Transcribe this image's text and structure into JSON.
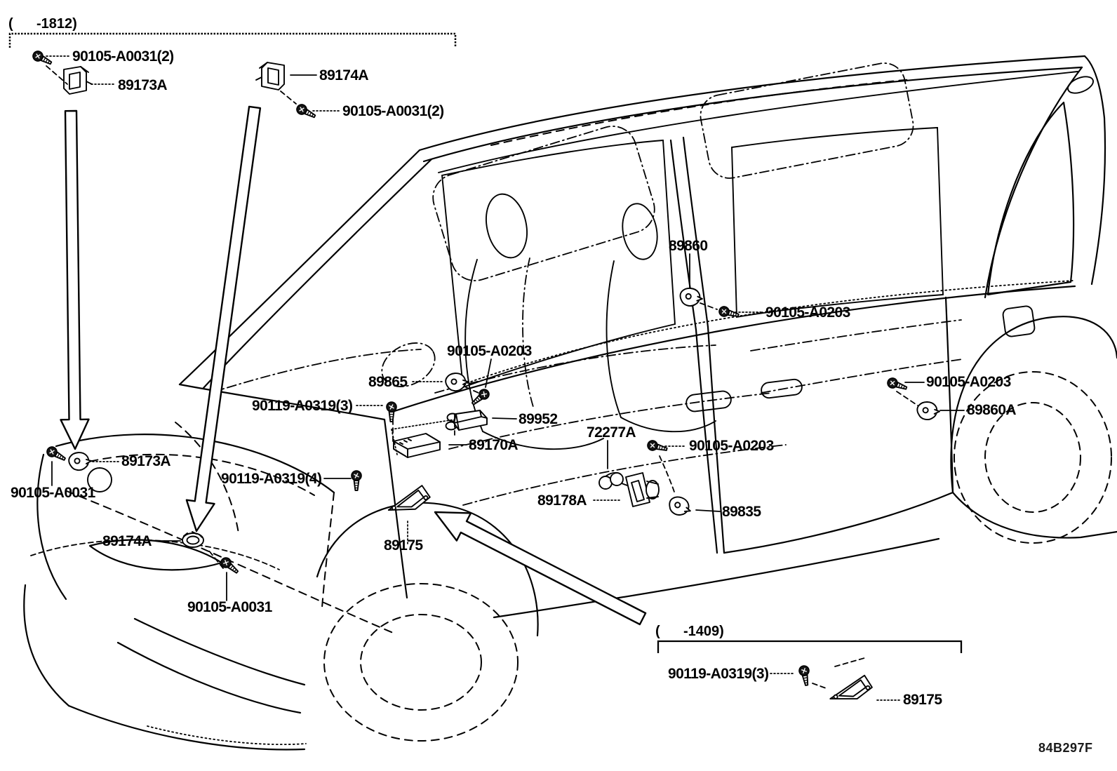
{
  "colors": {
    "ink": "#000000",
    "background": "#ffffff"
  },
  "labels": [
    {
      "part": "range-note-top",
      "text": "(      -1812)"
    },
    {
      "part": "screw-90105-A0031-top",
      "text": "90105-A0031(2)"
    },
    {
      "part": "sensor-89173A-top",
      "text": "89173A"
    },
    {
      "part": "sensor-89174A-top",
      "text": "89174A"
    },
    {
      "part": "screw-90105-A0031-top2",
      "text": "90105-A0031(2)"
    },
    {
      "part": "sensor-89860",
      "text": "89860"
    },
    {
      "part": "screw-90105-A0203-bpillar",
      "text": "90105-A0203"
    },
    {
      "part": "screw-90105-A0203-center",
      "text": "90105-A0203"
    },
    {
      "part": "sensor-89865",
      "text": "89865"
    },
    {
      "part": "screw-90119-A0319-3-mid",
      "text": "90119-A0319(3)"
    },
    {
      "part": "connector-89952",
      "text": "89952"
    },
    {
      "part": "ecu-89170A",
      "text": "89170A"
    },
    {
      "part": "sensor-72277A",
      "text": "72277A"
    },
    {
      "part": "screw-90105-A0203-door",
      "text": "90105-A0203"
    },
    {
      "part": "screw-90119-A0319-4",
      "text": "90119-A0319(4)"
    },
    {
      "part": "sensor-89178A",
      "text": "89178A"
    },
    {
      "part": "sensor-89835",
      "text": "89835"
    },
    {
      "part": "screw-90105-A0203-rear",
      "text": "90105-A0203"
    },
    {
      "part": "sensor-89860A",
      "text": "89860A"
    },
    {
      "part": "sensor-89173A-fender",
      "text": "89173A"
    },
    {
      "part": "screw-90105-A0031-fender",
      "text": "90105-A0031"
    },
    {
      "part": "grommet-89174A-lower",
      "text": "89174A"
    },
    {
      "part": "bracket-89175-floor",
      "text": "89175"
    },
    {
      "part": "screw-90105-A0031-bumper",
      "text": "90105-A0031"
    },
    {
      "part": "range-note-bottom",
      "text": "(      -1409)"
    },
    {
      "part": "screw-90119-A0319-3-bottom",
      "text": "90119-A0319(3)"
    },
    {
      "part": "bracket-89175-bottom",
      "text": "89175"
    },
    {
      "part": "diagram-code",
      "text": "84B297F"
    }
  ]
}
